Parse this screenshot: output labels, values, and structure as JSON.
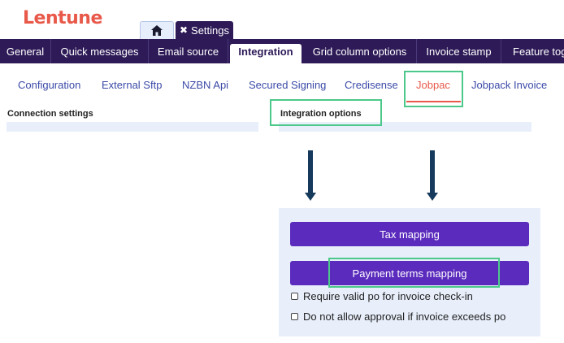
{
  "brand": {
    "logo": "Lentune"
  },
  "top_tabs": {
    "home_icon": "home-icon",
    "settings_label": "Settings",
    "settings_close_icon": "close-icon"
  },
  "main_tabs": [
    {
      "label": "General"
    },
    {
      "label": "Quick messages"
    },
    {
      "label": "Email source"
    },
    {
      "label": "Integration",
      "active": true
    },
    {
      "label": "Grid column options"
    },
    {
      "label": "Invoice stamp"
    },
    {
      "label": "Feature tog"
    }
  ],
  "sub_tabs": [
    {
      "label": "Configuration"
    },
    {
      "label": "External Sftp"
    },
    {
      "label": "NZBN Api"
    },
    {
      "label": "Secured Signing"
    },
    {
      "label": "Credisense"
    },
    {
      "label": "Jobpac",
      "active": true
    },
    {
      "label": "Jobpack Invoice"
    }
  ],
  "sections": {
    "connection": "Connection settings",
    "integration_options": "Integration options"
  },
  "options": {
    "tax_mapping": "Tax mapping",
    "payment_terms_mapping": "Payment terms mapping",
    "require_valid_po": "Require valid po for invoice check-in",
    "no_approval_exceeds_po": "Do not allow approval if invoice exceeds po"
  },
  "colors": {
    "brand": "#e8594a",
    "nav_bg": "#2d1a57",
    "button": "#5a2bbd",
    "highlight": "#4cc98a",
    "link": "#3b4aa8"
  }
}
